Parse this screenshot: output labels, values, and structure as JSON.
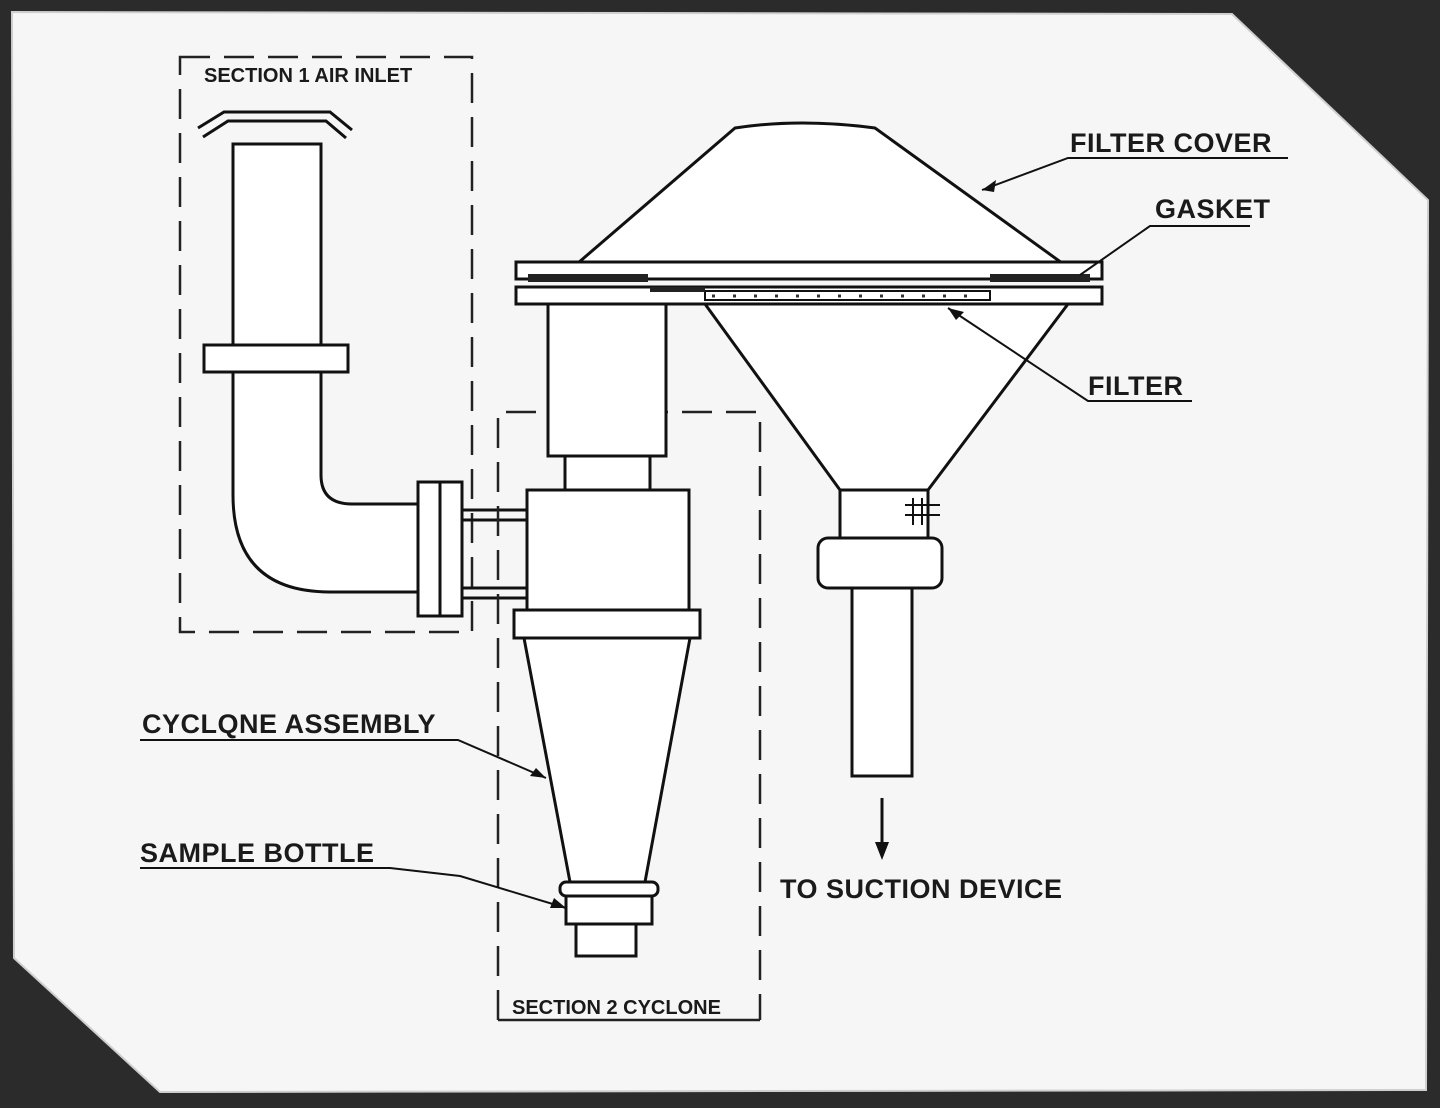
{
  "diagram": {
    "sections": {
      "air_inlet": "SECTION 1 AIR INLET",
      "cyclone": "SECTION 2 CYCLONE"
    },
    "labels": {
      "filter_cover": "FILTER COVER",
      "gasket": "GASKET",
      "filter": "FILTER",
      "cyclone_assembly": "CYCLQNE ASSEMBLY",
      "sample_bottle": "SAMPLE BOTTLE",
      "to_suction_device": "TO SUCTION DEVICE"
    },
    "colors": {
      "background": "#f6f6f6",
      "frame": "#2b2b2b",
      "ink": "#111111"
    }
  }
}
